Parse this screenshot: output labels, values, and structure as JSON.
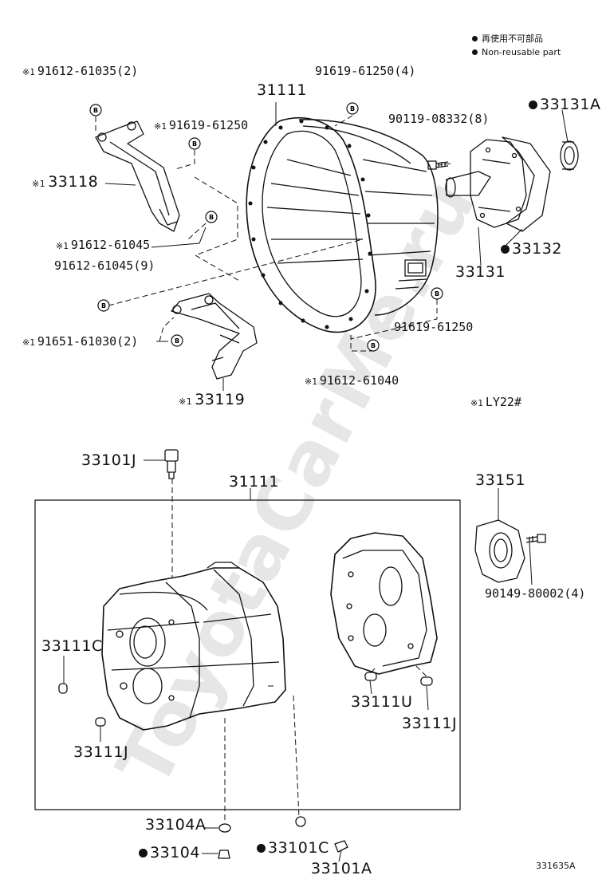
{
  "legend": {
    "jp": "再使用不可部品",
    "en": "Non-reusable part"
  },
  "note_mark": "※1",
  "note_text": "LY22#",
  "bolt_symbol": "B",
  "diagram_id": "331635A",
  "watermark": "ToyotaCarMe.ru",
  "labels": {
    "p91612_61035": "91612-61035(2)",
    "p91619_61250_4": "91619-61250(4)",
    "p31111_top": "31111",
    "p91619_61250_a": "91619-61250",
    "p90119_08332": "90119-08332(8)",
    "p33131A": "33131A",
    "p33118": "33118",
    "p91612_61045_a": "91612-61045",
    "p91612_61045_9": "91612-61045(9)",
    "p33132": "33132",
    "p33131": "33131",
    "p91619_61250_b": "91619-61250",
    "p91651_61030": "91651-61030(2)",
    "p91612_61040": "91612-61040",
    "p33119": "33119",
    "p33101J": "33101J",
    "p31111_bottom": "31111",
    "p33151": "33151",
    "p90149_80002": "90149-80002(4)",
    "p33111C": "33111C",
    "p33111U": "33111U",
    "p33111J_right": "33111J",
    "p33111J_left": "33111J",
    "p33104A": "33104A",
    "p33104": "33104",
    "p33101C": "33101C",
    "p33101A": "33101A"
  }
}
